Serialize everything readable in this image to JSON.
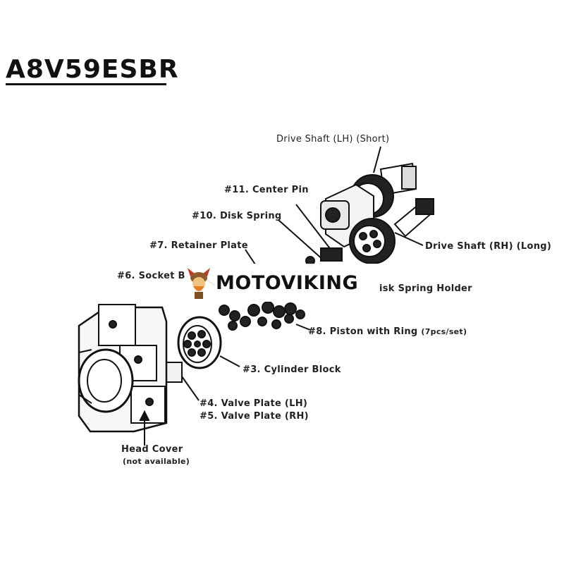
{
  "title": "A8V59ESBR",
  "labels": {
    "drive_shaft_lh": "Drive Shaft (LH) (Short)",
    "center_pin": "#11. Center Pin",
    "disk_spring": "#10. Disk Spring",
    "drive_shaft_rh": "Drive Shaft (RH) (Long)",
    "retainer_plate": "#7. Retainer Plate",
    "socket": "#6. Socket B",
    "spring_holder": "isk Spring Holder",
    "piston": "#8. Piston with Ring",
    "piston_note": "(7pcs/set)",
    "cylinder_block": "#3. Cylinder Block",
    "valve_plate_lh": "#4. Valve Plate (LH)",
    "valve_plate_rh": "#5. Valve Plate (RH)",
    "head_cover": "Head Cover",
    "head_cover_note": "(not available)"
  },
  "watermark": {
    "text": "MOTOVIKING",
    "logo": "viking-mascot-icon"
  }
}
